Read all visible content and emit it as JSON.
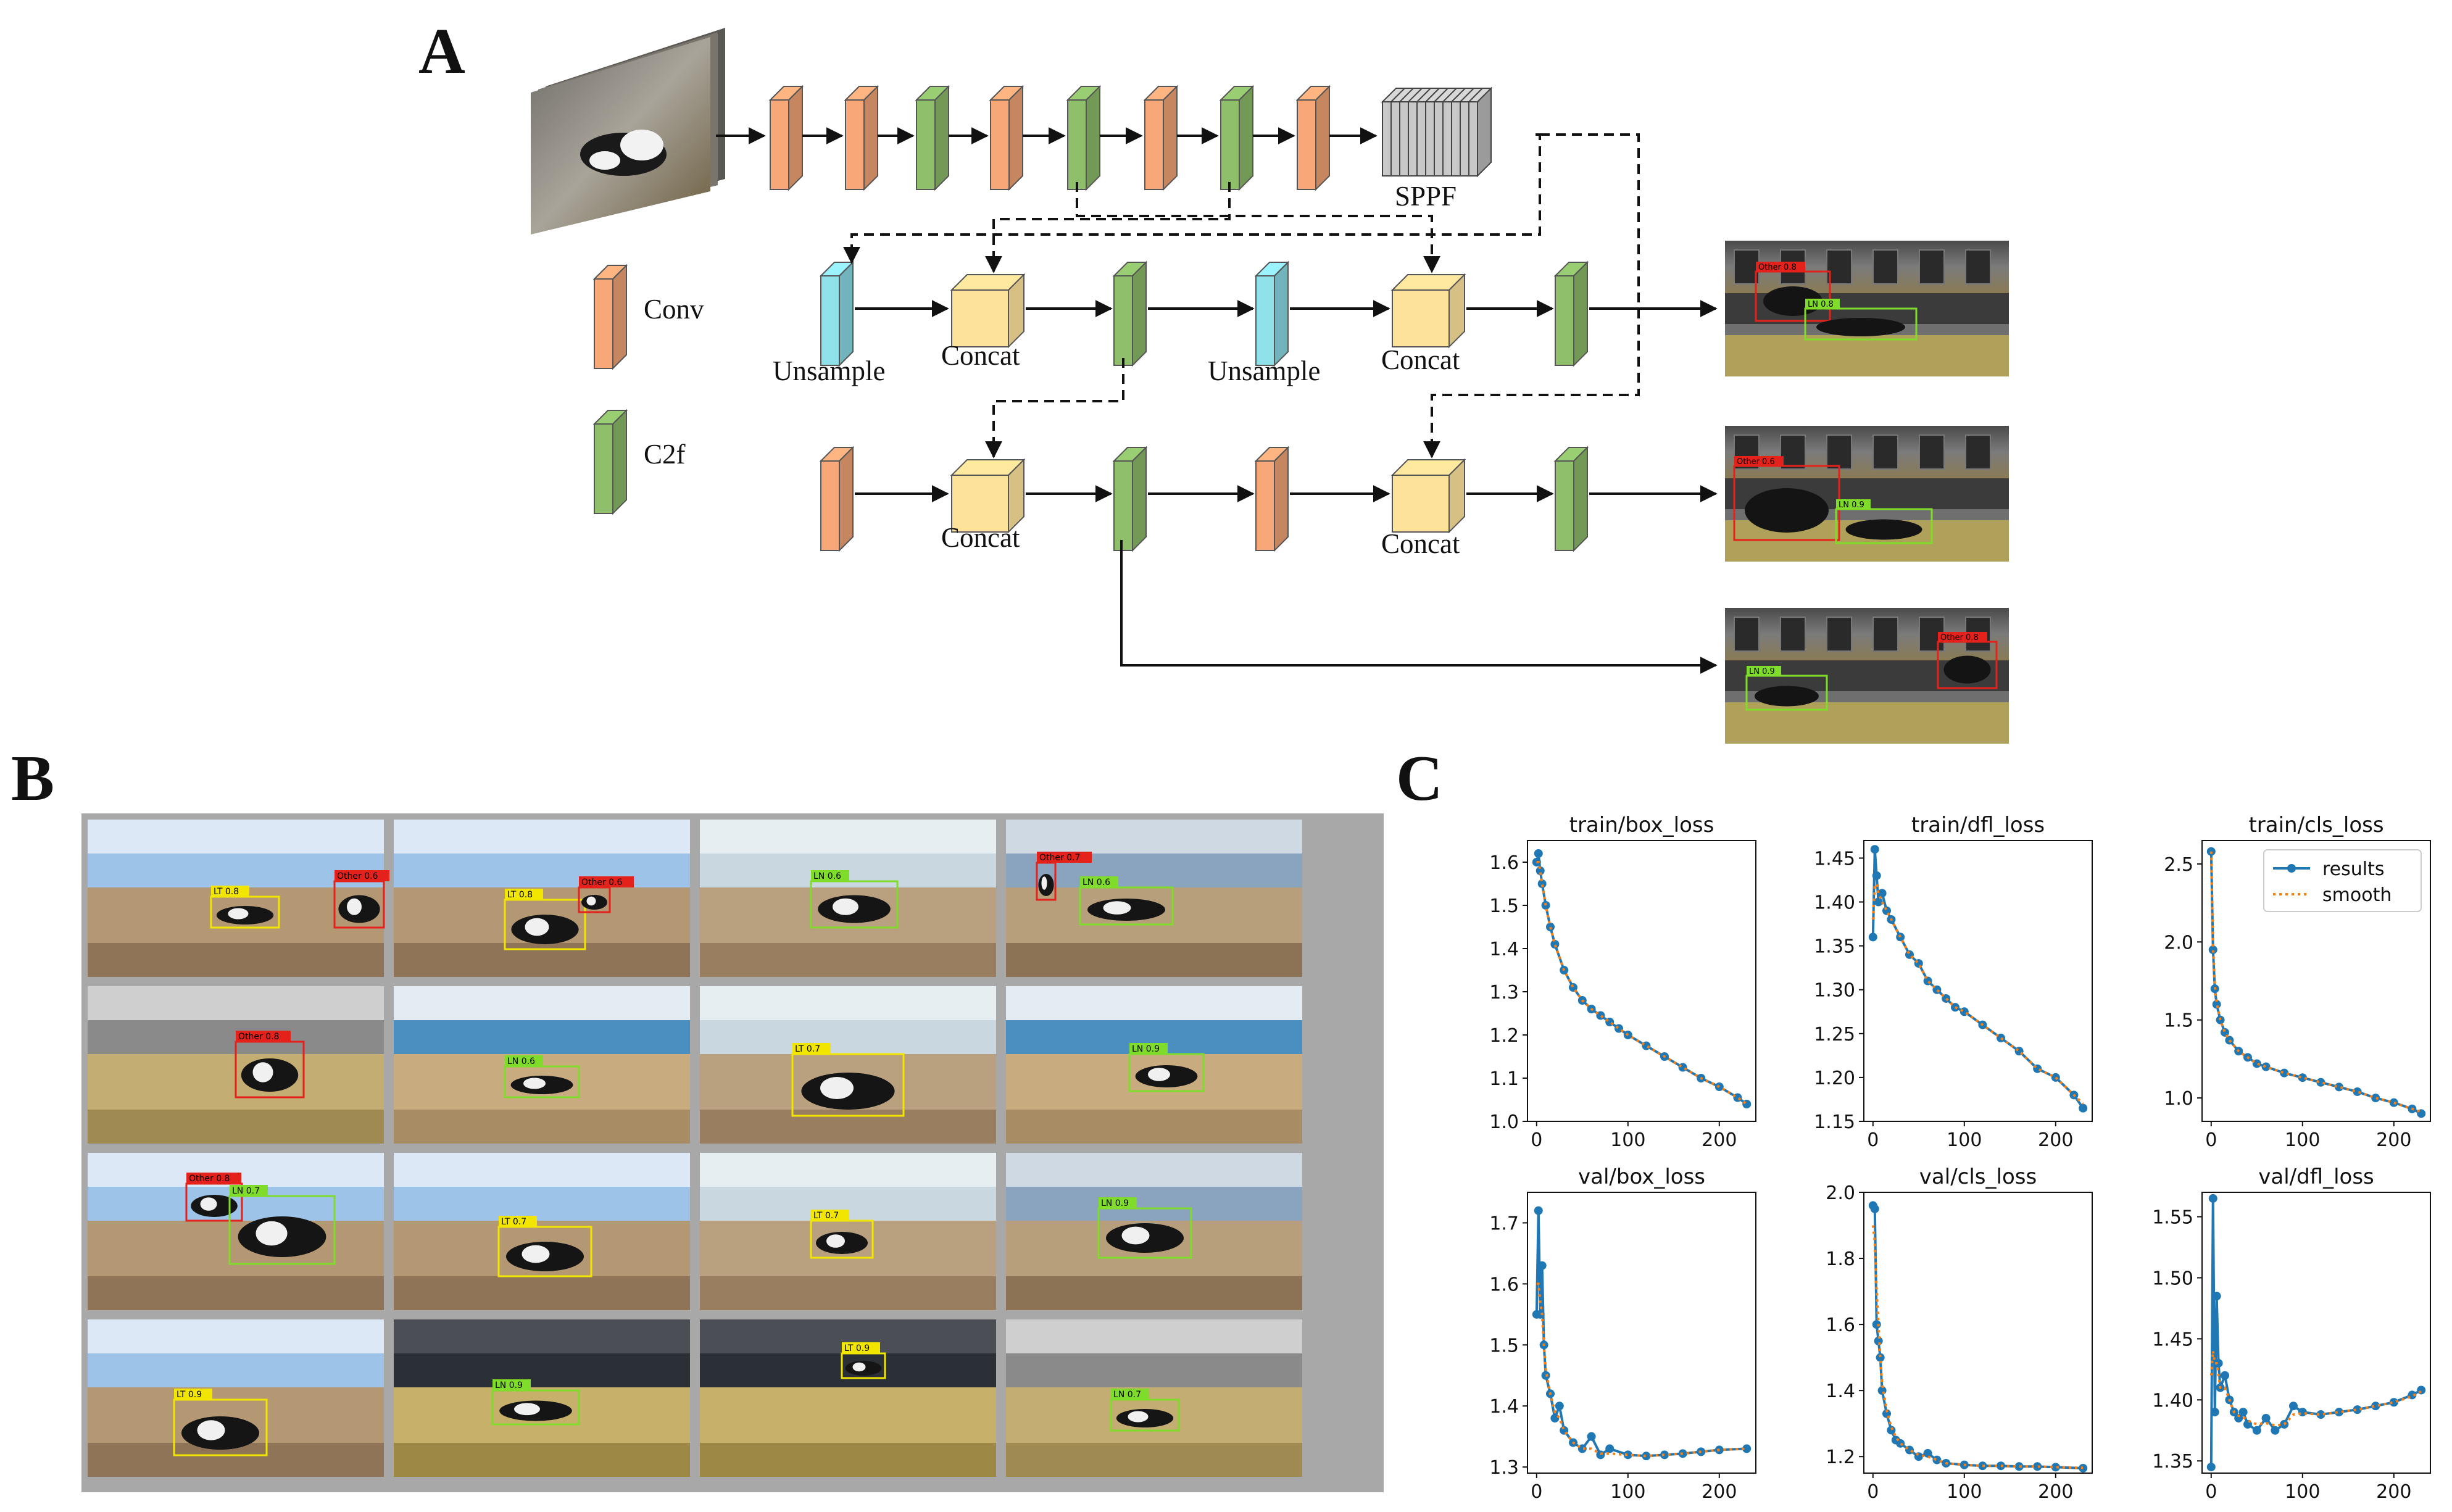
{
  "panels": {
    "a": "A",
    "b": "B",
    "c": "C"
  },
  "architecture": {
    "sppf_label": "SPPF",
    "legend": [
      {
        "label": "Conv",
        "color": "#f8a878"
      },
      {
        "label": "C2f",
        "color": "#8fbf6a"
      }
    ],
    "upsample_label": "Unsample",
    "concat_label": "Concat",
    "colors": {
      "conv": "#f8a878",
      "c2f": "#8fbf6a",
      "upsample": "#8fe1ea",
      "concat": "#fde29a",
      "sppf": "#c8c8c8"
    },
    "outputs": [
      {
        "boxes": [
          {
            "label": "Other 0.8",
            "kind": "other"
          },
          {
            "label": "LN 0.8",
            "kind": "ln"
          }
        ]
      },
      {
        "boxes": [
          {
            "label": "Other 0.6",
            "kind": "other"
          },
          {
            "label": "LN 0.9",
            "kind": "ln"
          }
        ]
      },
      {
        "boxes": [
          {
            "label": "LN 0.9",
            "kind": "ln"
          },
          {
            "label": "Other 0.8",
            "kind": "other"
          }
        ]
      }
    ]
  },
  "detections_grid": {
    "images": [
      {
        "scene": "sky",
        "boxes": [
          {
            "label": "LT 0.8",
            "kind": "lt"
          },
          {
            "label": "Other 0.6",
            "kind": "other"
          }
        ]
      },
      {
        "scene": "sky",
        "boxes": [
          {
            "label": "LT 0.8",
            "kind": "lt"
          },
          {
            "label": "Other 0.6",
            "kind": "other"
          }
        ]
      },
      {
        "scene": "tree",
        "boxes": [
          {
            "label": "LN 0.6",
            "kind": "ln"
          }
        ]
      },
      {
        "scene": "shed",
        "boxes": [
          {
            "label": "Other 0.7",
            "kind": "other"
          },
          {
            "label": "LN 0.6",
            "kind": "ln"
          }
        ]
      },
      {
        "scene": "barn",
        "boxes": [
          {
            "label": "Other 0.8",
            "kind": "other"
          }
        ]
      },
      {
        "scene": "blue",
        "boxes": [
          {
            "label": "LN 0.6",
            "kind": "ln"
          }
        ]
      },
      {
        "scene": "tree",
        "boxes": [
          {
            "label": "LT 0.7",
            "kind": "lt"
          }
        ]
      },
      {
        "scene": "blue",
        "boxes": [
          {
            "label": "LN 0.9",
            "kind": "ln"
          }
        ]
      },
      {
        "scene": "sky",
        "boxes": [
          {
            "label": "Other 0.8",
            "kind": "other"
          },
          {
            "label": "LN 0.7",
            "kind": "ln"
          }
        ]
      },
      {
        "scene": "sky",
        "boxes": [
          {
            "label": "LT 0.7",
            "kind": "lt"
          }
        ]
      },
      {
        "scene": "tree",
        "boxes": [
          {
            "label": "LT 0.7",
            "kind": "lt"
          }
        ]
      },
      {
        "scene": "shed",
        "boxes": [
          {
            "label": "LN 0.9",
            "kind": "ln"
          }
        ]
      },
      {
        "scene": "sky",
        "boxes": [
          {
            "label": "LT 0.9",
            "kind": "lt"
          }
        ]
      },
      {
        "scene": "straw",
        "boxes": [
          {
            "label": "LN 0.9",
            "kind": "ln"
          }
        ]
      },
      {
        "scene": "straw",
        "boxes": [
          {
            "label": "LT 0.9",
            "kind": "lt"
          }
        ]
      },
      {
        "scene": "barn",
        "boxes": [
          {
            "label": "LN 0.7",
            "kind": "ln"
          }
        ]
      }
    ],
    "label_colors": {
      "lt": "#f2e600",
      "ln": "#7fdc2a",
      "other": "#e4221b"
    }
  },
  "chart_data": [
    {
      "type": "line",
      "title": "train/box_loss",
      "xlim": [
        -10,
        240
      ],
      "ylim": [
        1.0,
        1.65
      ],
      "xticks": [
        0,
        100,
        200
      ],
      "yticks": [
        1.0,
        1.1,
        1.2,
        1.3,
        1.4,
        1.5,
        1.6
      ],
      "series": [
        {
          "name": "results",
          "x": [
            0,
            2,
            4,
            6,
            10,
            15,
            20,
            30,
            40,
            50,
            60,
            70,
            80,
            90,
            100,
            120,
            140,
            160,
            180,
            200,
            220,
            230
          ],
          "y": [
            1.6,
            1.62,
            1.58,
            1.55,
            1.5,
            1.45,
            1.41,
            1.35,
            1.31,
            1.28,
            1.26,
            1.245,
            1.23,
            1.215,
            1.2,
            1.175,
            1.15,
            1.125,
            1.1,
            1.08,
            1.055,
            1.04
          ]
        },
        {
          "name": "smooth",
          "x": [
            0,
            2,
            4,
            6,
            10,
            15,
            20,
            30,
            40,
            50,
            60,
            70,
            80,
            90,
            100,
            120,
            140,
            160,
            180,
            200,
            220,
            230
          ],
          "y": [
            1.6,
            1.6,
            1.58,
            1.55,
            1.5,
            1.45,
            1.41,
            1.35,
            1.31,
            1.28,
            1.26,
            1.245,
            1.23,
            1.215,
            1.2,
            1.175,
            1.15,
            1.125,
            1.1,
            1.08,
            1.055,
            1.04
          ]
        }
      ]
    },
    {
      "type": "line",
      "title": "train/dfl_loss",
      "xlim": [
        -10,
        240
      ],
      "ylim": [
        1.15,
        1.47
      ],
      "xticks": [
        0,
        100,
        200
      ],
      "yticks": [
        1.15,
        1.2,
        1.25,
        1.3,
        1.35,
        1.4,
        1.45
      ],
      "series": [
        {
          "name": "results",
          "x": [
            0,
            2,
            4,
            6,
            10,
            15,
            20,
            30,
            40,
            50,
            60,
            70,
            80,
            90,
            100,
            120,
            140,
            160,
            180,
            200,
            220,
            230
          ],
          "y": [
            1.36,
            1.46,
            1.43,
            1.4,
            1.41,
            1.39,
            1.38,
            1.36,
            1.34,
            1.33,
            1.31,
            1.3,
            1.29,
            1.28,
            1.275,
            1.26,
            1.245,
            1.23,
            1.21,
            1.2,
            1.18,
            1.165
          ]
        },
        {
          "name": "smooth",
          "x": [
            0,
            2,
            4,
            6,
            10,
            15,
            20,
            30,
            40,
            50,
            60,
            70,
            80,
            90,
            100,
            120,
            140,
            160,
            180,
            200,
            220,
            230
          ],
          "y": [
            1.38,
            1.42,
            1.42,
            1.41,
            1.4,
            1.39,
            1.38,
            1.36,
            1.34,
            1.33,
            1.31,
            1.3,
            1.29,
            1.28,
            1.275,
            1.26,
            1.245,
            1.23,
            1.21,
            1.2,
            1.18,
            1.17
          ]
        }
      ]
    },
    {
      "type": "line",
      "title": "train/cls_loss",
      "xlim": [
        -10,
        240
      ],
      "ylim": [
        0.85,
        2.65
      ],
      "xticks": [
        0,
        100,
        200
      ],
      "yticks": [
        1.0,
        1.5,
        2.0,
        2.5
      ],
      "legend": "top-right",
      "series": [
        {
          "name": "results",
          "x": [
            0,
            2,
            4,
            6,
            10,
            15,
            20,
            30,
            40,
            50,
            60,
            80,
            100,
            120,
            140,
            160,
            180,
            200,
            220,
            230
          ],
          "y": [
            2.58,
            1.95,
            1.7,
            1.6,
            1.5,
            1.42,
            1.37,
            1.3,
            1.26,
            1.22,
            1.2,
            1.16,
            1.13,
            1.1,
            1.07,
            1.04,
            1.0,
            0.97,
            0.93,
            0.9
          ]
        },
        {
          "name": "smooth",
          "x": [
            0,
            2,
            4,
            6,
            10,
            15,
            20,
            30,
            40,
            50,
            60,
            80,
            100,
            120,
            140,
            160,
            180,
            200,
            220,
            230
          ],
          "y": [
            2.58,
            1.98,
            1.72,
            1.61,
            1.5,
            1.42,
            1.37,
            1.3,
            1.26,
            1.22,
            1.2,
            1.16,
            1.13,
            1.1,
            1.07,
            1.04,
            1.0,
            0.97,
            0.93,
            0.91
          ]
        }
      ]
    },
    {
      "type": "line",
      "title": "val/box_loss",
      "xlim": [
        -10,
        240
      ],
      "ylim": [
        1.29,
        1.75
      ],
      "xticks": [
        0,
        100,
        200
      ],
      "yticks": [
        1.3,
        1.4,
        1.5,
        1.6,
        1.7
      ],
      "series": [
        {
          "name": "results",
          "x": [
            0,
            2,
            4,
            6,
            8,
            10,
            15,
            20,
            25,
            30,
            40,
            50,
            60,
            70,
            80,
            100,
            120,
            140,
            160,
            180,
            200,
            230
          ],
          "y": [
            1.55,
            1.72,
            1.55,
            1.63,
            1.5,
            1.45,
            1.42,
            1.38,
            1.4,
            1.36,
            1.34,
            1.33,
            1.35,
            1.32,
            1.33,
            1.32,
            1.318,
            1.32,
            1.322,
            1.325,
            1.328,
            1.33
          ]
        },
        {
          "name": "smooth",
          "x": [
            0,
            2,
            4,
            6,
            8,
            10,
            15,
            20,
            25,
            30,
            40,
            50,
            60,
            70,
            80,
            100,
            120,
            140,
            160,
            180,
            200,
            230
          ],
          "y": [
            1.6,
            1.6,
            1.57,
            1.55,
            1.5,
            1.46,
            1.42,
            1.39,
            1.38,
            1.36,
            1.34,
            1.33,
            1.33,
            1.322,
            1.322,
            1.32,
            1.318,
            1.32,
            1.322,
            1.325,
            1.328,
            1.33
          ]
        }
      ]
    },
    {
      "type": "line",
      "title": "val/cls_loss",
      "xlim": [
        -10,
        240
      ],
      "ylim": [
        1.15,
        2.0
      ],
      "xticks": [
        0,
        100,
        200
      ],
      "yticks": [
        1.2,
        1.4,
        1.6,
        1.8,
        2.0
      ],
      "series": [
        {
          "name": "results",
          "x": [
            0,
            2,
            4,
            6,
            8,
            10,
            15,
            20,
            25,
            30,
            40,
            50,
            60,
            70,
            80,
            100,
            120,
            140,
            160,
            180,
            200,
            230
          ],
          "y": [
            1.96,
            1.95,
            1.6,
            1.55,
            1.5,
            1.4,
            1.33,
            1.28,
            1.25,
            1.24,
            1.22,
            1.2,
            1.21,
            1.19,
            1.18,
            1.175,
            1.172,
            1.172,
            1.17,
            1.17,
            1.168,
            1.165
          ]
        },
        {
          "name": "smooth",
          "x": [
            0,
            2,
            4,
            6,
            8,
            10,
            15,
            20,
            25,
            30,
            40,
            50,
            60,
            70,
            80,
            100,
            120,
            140,
            160,
            180,
            200,
            230
          ],
          "y": [
            1.9,
            1.85,
            1.7,
            1.6,
            1.5,
            1.42,
            1.34,
            1.29,
            1.26,
            1.24,
            1.22,
            1.205,
            1.2,
            1.19,
            1.18,
            1.175,
            1.172,
            1.172,
            1.17,
            1.17,
            1.168,
            1.166
          ]
        }
      ]
    },
    {
      "type": "line",
      "title": "val/dfl_loss",
      "xlim": [
        -10,
        240
      ],
      "ylim": [
        1.34,
        1.57
      ],
      "xticks": [
        0,
        100,
        200
      ],
      "yticks": [
        1.35,
        1.4,
        1.45,
        1.5,
        1.55
      ],
      "series": [
        {
          "name": "results",
          "x": [
            0,
            2,
            4,
            6,
            8,
            10,
            15,
            20,
            25,
            30,
            35,
            40,
            50,
            60,
            70,
            80,
            90,
            100,
            120,
            140,
            160,
            180,
            200,
            220,
            230
          ],
          "y": [
            1.345,
            1.565,
            1.39,
            1.485,
            1.43,
            1.41,
            1.42,
            1.4,
            1.39,
            1.385,
            1.39,
            1.38,
            1.375,
            1.385,
            1.375,
            1.38,
            1.395,
            1.39,
            1.388,
            1.39,
            1.392,
            1.395,
            1.398,
            1.404,
            1.408
          ]
        },
        {
          "name": "smooth",
          "x": [
            0,
            2,
            4,
            6,
            8,
            10,
            15,
            20,
            25,
            30,
            35,
            40,
            50,
            60,
            70,
            80,
            90,
            100,
            120,
            140,
            160,
            180,
            200,
            220,
            230
          ],
          "y": [
            1.42,
            1.44,
            1.43,
            1.43,
            1.42,
            1.41,
            1.41,
            1.4,
            1.39,
            1.387,
            1.386,
            1.383,
            1.38,
            1.381,
            1.379,
            1.38,
            1.388,
            1.389,
            1.388,
            1.39,
            1.392,
            1.395,
            1.398,
            1.403,
            1.407
          ]
        }
      ]
    }
  ]
}
